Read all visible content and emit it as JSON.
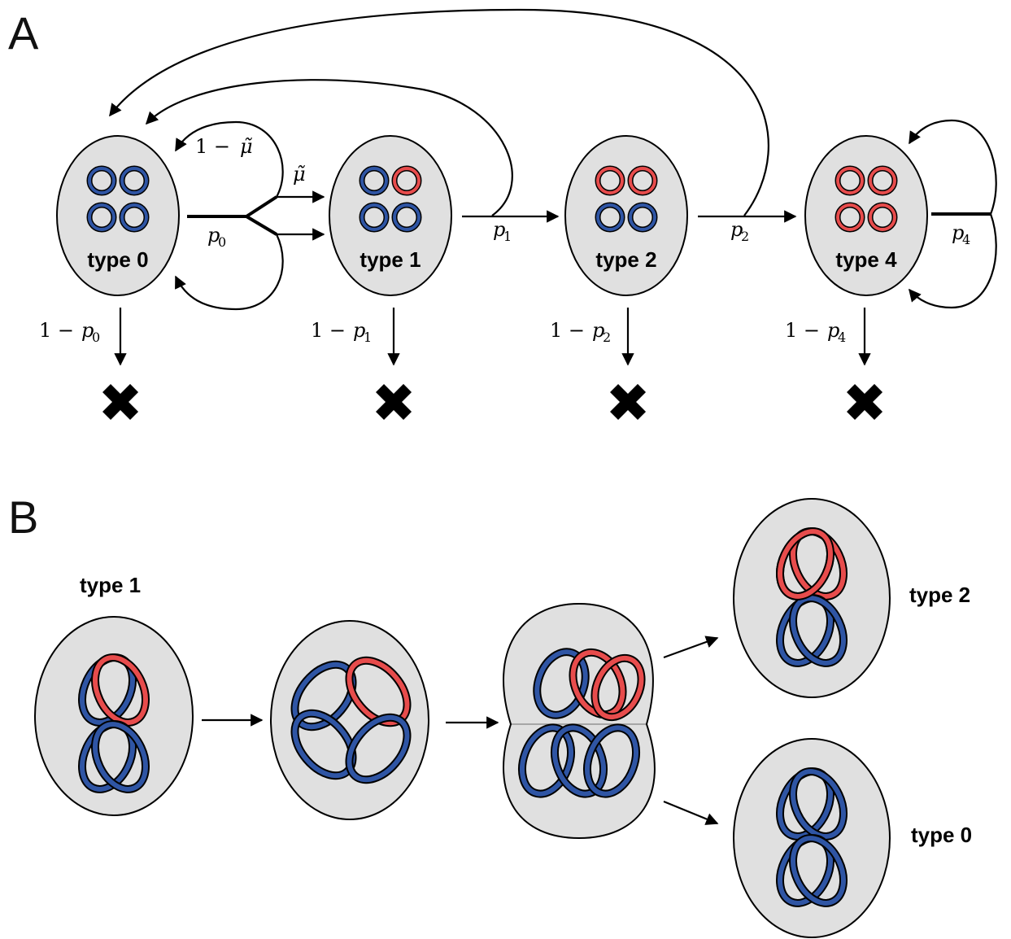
{
  "panel_a": {
    "letter": "A",
    "types": [
      {
        "label": "type 0",
        "rings": [
          "blue",
          "blue",
          "blue",
          "blue"
        ]
      },
      {
        "label": "type 1",
        "rings": [
          "blue",
          "red",
          "blue",
          "blue"
        ]
      },
      {
        "label": "type 2",
        "rings": [
          "red",
          "red",
          "blue",
          "blue"
        ]
      },
      {
        "label": "type 4",
        "rings": [
          "red",
          "red",
          "red",
          "red"
        ]
      }
    ],
    "transitions": {
      "p0": {
        "symbol": "p",
        "sub": "0"
      },
      "p1": {
        "symbol": "p",
        "sub": "1"
      },
      "p2": {
        "symbol": "p",
        "sub": "2"
      },
      "p4": {
        "symbol": "p",
        "sub": "4"
      },
      "mu": "μ̃",
      "one_minus_mu_prefix": "1 − ",
      "one_minus_prefix": "1 − ",
      "death_symbol": "✖"
    }
  },
  "panel_b": {
    "letter": "B",
    "start_label": "type 1",
    "outcome_top_label": "type 2",
    "outcome_bottom_label": "type 0"
  },
  "colors": {
    "blue_ring": "#2f55a4",
    "red_ring": "#e74c4c",
    "cell_fill": "#e0e0e0"
  }
}
